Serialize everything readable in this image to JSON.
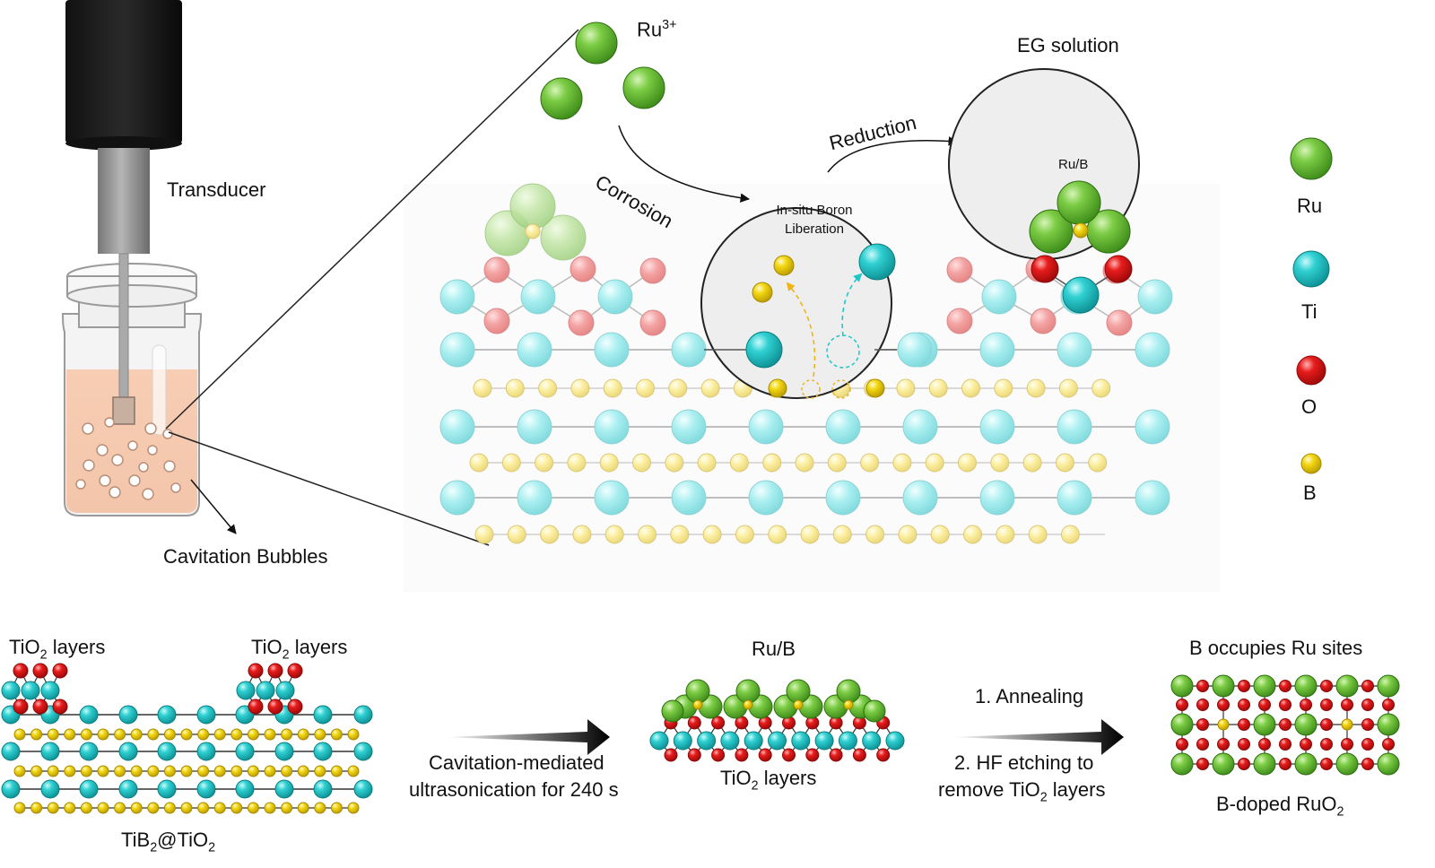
{
  "labels": {
    "transducer": "Transducer",
    "cavitation_bubbles": "Cavitation Bubbles",
    "ru3": "Ru",
    "ru3_sup": "3+",
    "corrosion": "Corrosion",
    "reduction": "Reduction",
    "eg_solution": "EG solution",
    "insitu_line1": "In-situ Boron",
    "insitu_line2": "Liberation",
    "rub_circle": "Ru/B"
  },
  "legend": [
    {
      "name": "Ru",
      "color": "#5cb82e"
    },
    {
      "name": "Ti",
      "color": "#1fc6c9"
    },
    {
      "name": "O",
      "color": "#e01818"
    },
    {
      "name": "B",
      "color": "#f2d40f"
    }
  ],
  "bottom": {
    "tio2_left_pre": "TiO",
    "tio2_left_sub": "2",
    "tio2_left_post": " layers",
    "tio2_right_pre": "TiO",
    "tio2_right_sub": "2",
    "tio2_right_post": " layers",
    "tib2_pre": "TiB",
    "tib2_sub1": "2",
    "tib2_mid": "@TiO",
    "tib2_sub2": "2",
    "arrow1_line1": "Cavitation-mediated",
    "arrow1_line2": "ultrasonication for 240 s",
    "rub": "Ru/B",
    "tio2_mid_pre": "TiO",
    "tio2_mid_sub": "2",
    "tio2_mid_post": " layers",
    "step1": "1. Annealing",
    "step2_line1": "2. HF etching to",
    "step2_line2_pre": "remove TiO",
    "step2_line2_sub": "2",
    "step2_line2_post": " layers",
    "b_occupies": "B occupies Ru sites",
    "bdoped_pre": "B-doped RuO",
    "bdoped_sub": "2"
  }
}
